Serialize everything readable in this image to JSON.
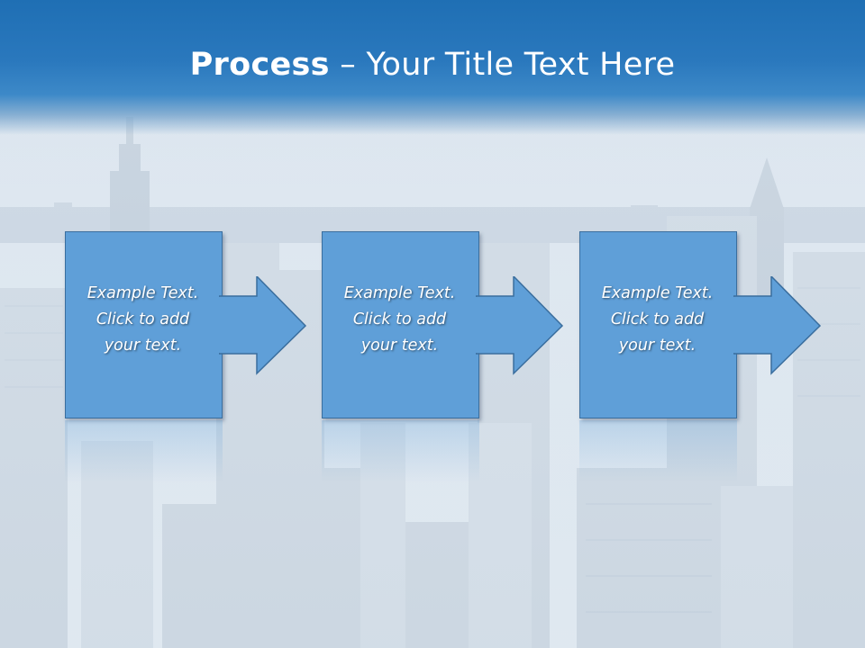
{
  "slide": {
    "title_bold": "Process",
    "title_rest": " – Your Title Text Here"
  },
  "steps": [
    {
      "line1": "Example Text.",
      "line2": "Click  to add",
      "line3": "your text."
    },
    {
      "line1": "Example Text.",
      "line2": "Click  to add",
      "line3": "your text."
    },
    {
      "line1": "Example Text.",
      "line2": "Click  to add",
      "line3": "your text."
    }
  ],
  "colors": {
    "title_band": "#1f6fb4",
    "step_fill": "#5f9fd8",
    "step_border": "#3a6e9e",
    "text": "#ffffff"
  }
}
